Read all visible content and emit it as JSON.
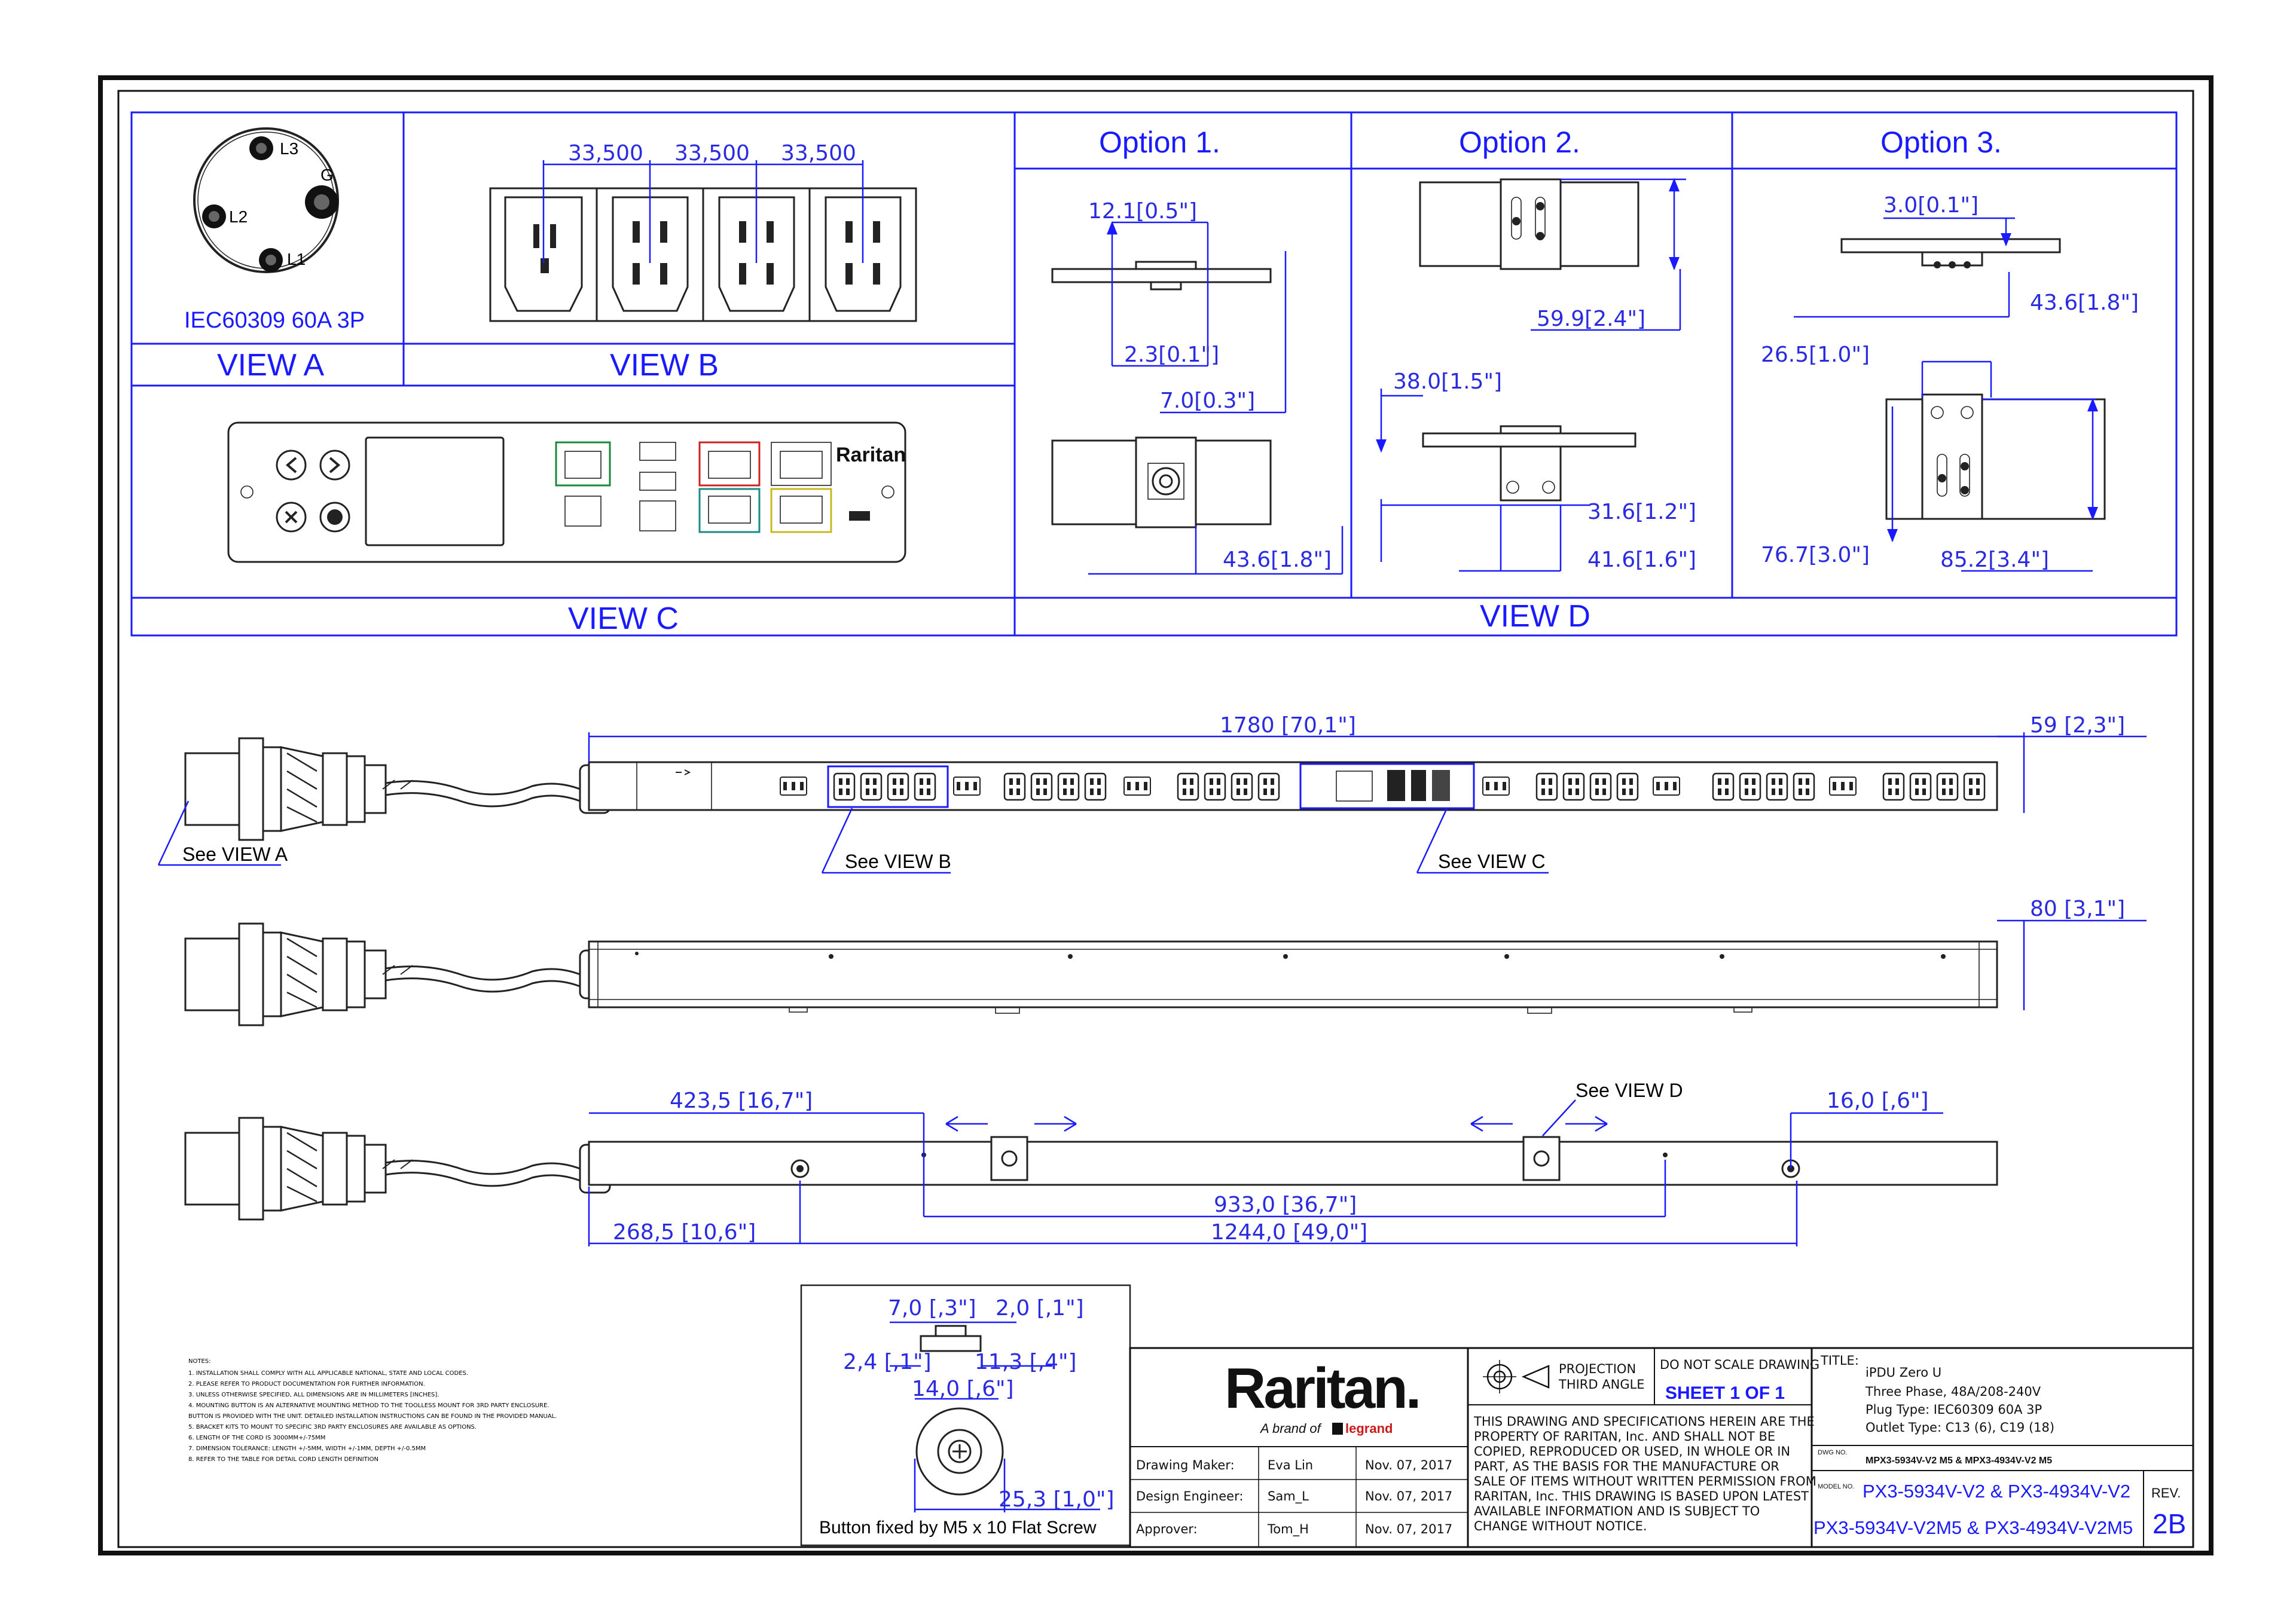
{
  "views": {
    "a": {
      "label": "VIEW A",
      "plug_title": "IEC60309 60A 3P",
      "pins": [
        "L3",
        "G",
        "L2",
        "L1"
      ]
    },
    "b": {
      "label": "VIEW B",
      "dims": [
        "33,500",
        "33,500",
        "33,500"
      ]
    },
    "c": {
      "label": "VIEW C",
      "brand": "Raritan"
    },
    "d": {
      "label": "VIEW D"
    }
  },
  "options": [
    {
      "title": "Option 1.",
      "dims": [
        "12.1[0.5\"]",
        "2.3[0.1\"]",
        "7.0[0.3\"]",
        "43.6[1.8\"]"
      ]
    },
    {
      "title": "Option  2.",
      "dims": [
        "59.9[2.4\"]",
        "38.0[1.5\"]",
        "31.6[1.2\"]",
        "41.6[1.6\"]"
      ]
    },
    {
      "title": "Option 3.",
      "dims": [
        "3.0[0.1\"]",
        "43.6[1.8\"]",
        "26.5[1.0\"]",
        "76.7[3.0\"]",
        "85.2[3.4\"]"
      ]
    }
  ],
  "elevation": {
    "length": "1780  [70,1\"]",
    "width": "59  [2,3\"]",
    "depth": "80  [3,1\"]",
    "see_a": "See VIEW A",
    "see_b": "See VIEW B",
    "see_c": "See VIEW C",
    "see_d": "See VIEW D",
    "dims": {
      "d423": "423,5  [16,7\"]",
      "d16": "16,0  [,6\"]",
      "d933": "933,0  [36,7\"]",
      "d268": "268,5  [10,6\"]",
      "d1244": "1244,0  [49,0\"]"
    }
  },
  "button": {
    "caption": "Button fixed by M5 x 10 Flat Screw",
    "dims": [
      "7,0  [,3\"]",
      "2,0  [,1\"]",
      "2,4  [,1\"]",
      "11,3  [,4\"]",
      "14,0  [,6\"]",
      "25,3  [1,0\"]"
    ]
  },
  "notes": {
    "heading": "NOTES:",
    "lines": [
      "1. INSTALLATION SHALL COMPLY WITH ALL APPLICABLE NATIONAL, STATE AND LOCAL CODES.",
      "2. PLEASE REFER TO PRODUCT DOCUMENTATION FOR FURTHER INFORMATION.",
      "3. UNLESS OTHERWISE SPECIFIED, ALL DIMENSIONS ARE IN MILLIMETERS [INCHES].",
      "4. MOUNTING BUTTON IS AN ALTERNATIVE MOUNTING METHOD TO THE TOOLLESS MOUNT FOR 3RD PARTY ENCLOSURE.",
      "   BUTTON IS PROVIDED WITH THE UNIT. DETAILED INSTALLATION INSTRUCTIONS CAN BE FOUND IN THE PROVIDED MANUAL.",
      "5. BRACKET KITS TO MOUNT TO SPECIFIC 3RD PARTY ENCLOSURES ARE AVAILABLE AS OPTIONS.",
      "6. LENGTH OF THE CORD IS 3000MM+/-75MM",
      "7. DIMENSION TOLERANCE: LENGTH +/-5MM, WIDTH +/-1MM, DEPTH +/-0.5MM",
      "8. REFER TO THE TABLE FOR DETAIL CORD LENGTH DEFINITION"
    ]
  },
  "title_block": {
    "brand": "Raritan.",
    "brand_sub": "A brand of",
    "brand_parent": "legrand",
    "projection_1": "PROJECTION",
    "projection_2": "THIRD ANGLE",
    "do_not_scale": "DO NOT SCALE DRAWING",
    "sheet": "SHEET 1 OF 1",
    "disclaimer": [
      "THIS DRAWING AND SPECIFICATIONS HEREIN ARE THE",
      "PROPERTY OF RARITAN, Inc. AND SHALL NOT BE",
      "COPIED, REPRODUCED OR USED, IN WHOLE OR IN",
      "PART, AS THE BASIS FOR THE MANUFACTURE OR",
      "SALE OF ITEMS WITHOUT WRITTEN PERMISSION FROM",
      "RARITAN, Inc. THIS DRAWING IS BASED UPON LATEST",
      "AVAILABLE INFORMATION AND IS SUBJECT TO",
      "CHANGE WITHOUT NOTICE."
    ],
    "people": [
      {
        "role": "Drawing Maker:",
        "name": "Eva Lin",
        "date": "Nov. 07, 2017"
      },
      {
        "role": "Design Engineer:",
        "name": "Sam_L",
        "date": "Nov. 07, 2017"
      },
      {
        "role": "Approver:",
        "name": "Tom_H",
        "date": "Nov. 07, 2017"
      }
    ],
    "title_label": "TITLE:",
    "title_lines": [
      "iPDU Zero U",
      "Three Phase, 48A/208-240V",
      "Plug Type: IEC60309 60A 3P",
      "Outlet Type: C13 (6), C19 (18)"
    ],
    "dwg_label": "DWG NO.",
    "dwg_no": "MPX3-5934V-V2 M5 & MPX3-4934V-V2 M5",
    "model_label": "MODEL NO.",
    "model_1": "PX3-5934V-V2 & PX3-4934V-V2",
    "model_2": "PX3-5934V-V2M5 & PX3-4934V-V2M5",
    "rev_label": "REV.",
    "rev": "2B"
  }
}
